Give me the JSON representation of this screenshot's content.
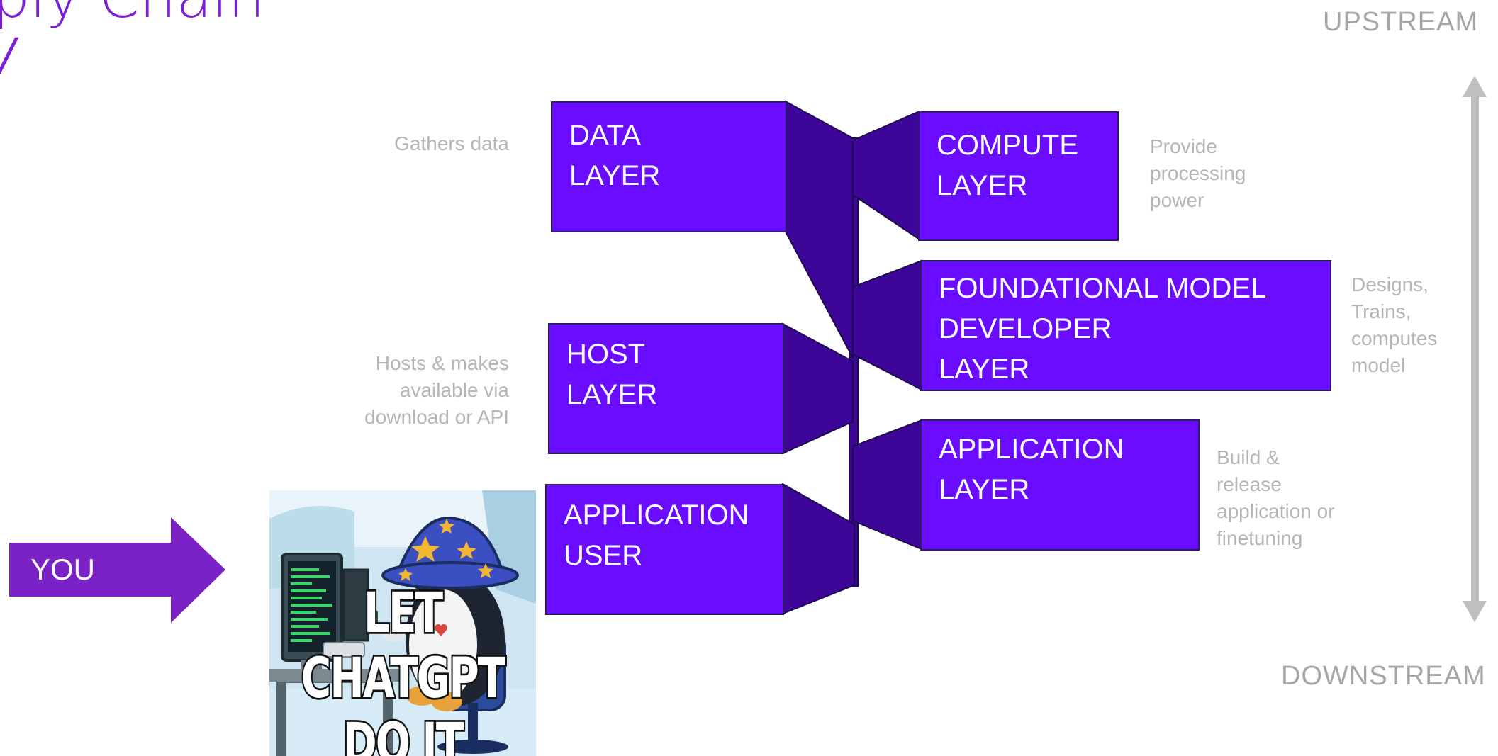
{
  "title": "ply Chain",
  "subtitle": "/",
  "upstream_label": "UPSTREAM",
  "downstream_label": "DOWNSTREAM",
  "you_label": "YOU",
  "meme_caption": "LET CHATGPT DO IT",
  "colors": {
    "box_fill": "#6a0cff",
    "connector": "#3d0598",
    "you_arrow": "#7b22c7",
    "title": "#7a1fd6",
    "scale_arrow": "#bfbfbf"
  },
  "layers": {
    "data": {
      "line1": "DATA",
      "line2": "LAYER",
      "desc": "Gathers data"
    },
    "compute": {
      "line1": "COMPUTE",
      "line2": "LAYER",
      "desc1": "Provide",
      "desc2": "processing",
      "desc3": "power"
    },
    "foundational": {
      "line1": "FOUNDATIONAL MODEL",
      "line2": "DEVELOPER",
      "line3": "LAYER",
      "desc1": "Designs,",
      "desc2": "Trains,",
      "desc3": "computes",
      "desc4": "model"
    },
    "host": {
      "line1": "HOST",
      "line2": "LAYER",
      "desc1": "Hosts & makes",
      "desc2": "available via",
      "desc3": "download or API"
    },
    "application": {
      "line1": "APPLICATION",
      "line2": "LAYER",
      "desc1": "Build &",
      "desc2": "release",
      "desc3": "application or",
      "desc4": "finetuning"
    },
    "app_user": {
      "line1": "APPLICATION",
      "line2": "USER"
    }
  }
}
